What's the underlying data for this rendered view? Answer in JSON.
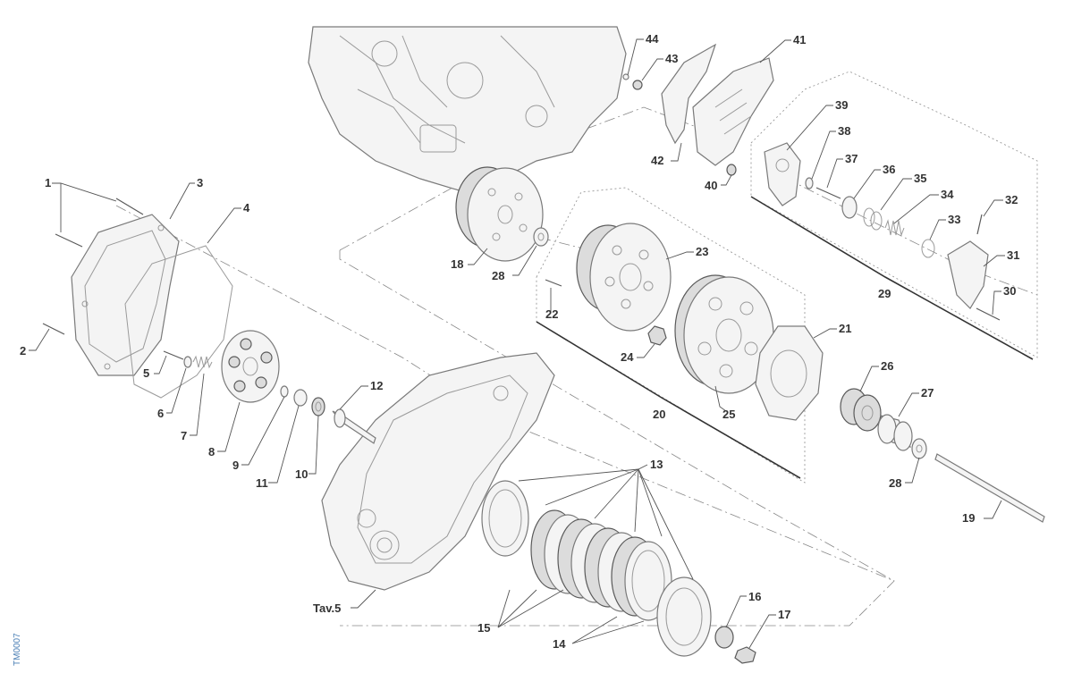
{
  "title": "",
  "drawing_code": "TM0007",
  "reference": "Tav.5",
  "callouts": [
    "1",
    "2",
    "3",
    "4",
    "5",
    "6",
    "7",
    "8",
    "9",
    "10",
    "11",
    "12",
    "13",
    "14",
    "15",
    "16",
    "17",
    "18",
    "19",
    "20",
    "21",
    "22",
    "23",
    "24",
    "25",
    "26",
    "27",
    "28",
    "29",
    "30",
    "31",
    "32",
    "33",
    "34",
    "35",
    "36",
    "37",
    "38",
    "39",
    "40",
    "41",
    "42",
    "43",
    "44"
  ],
  "callout_28_second": "28"
}
